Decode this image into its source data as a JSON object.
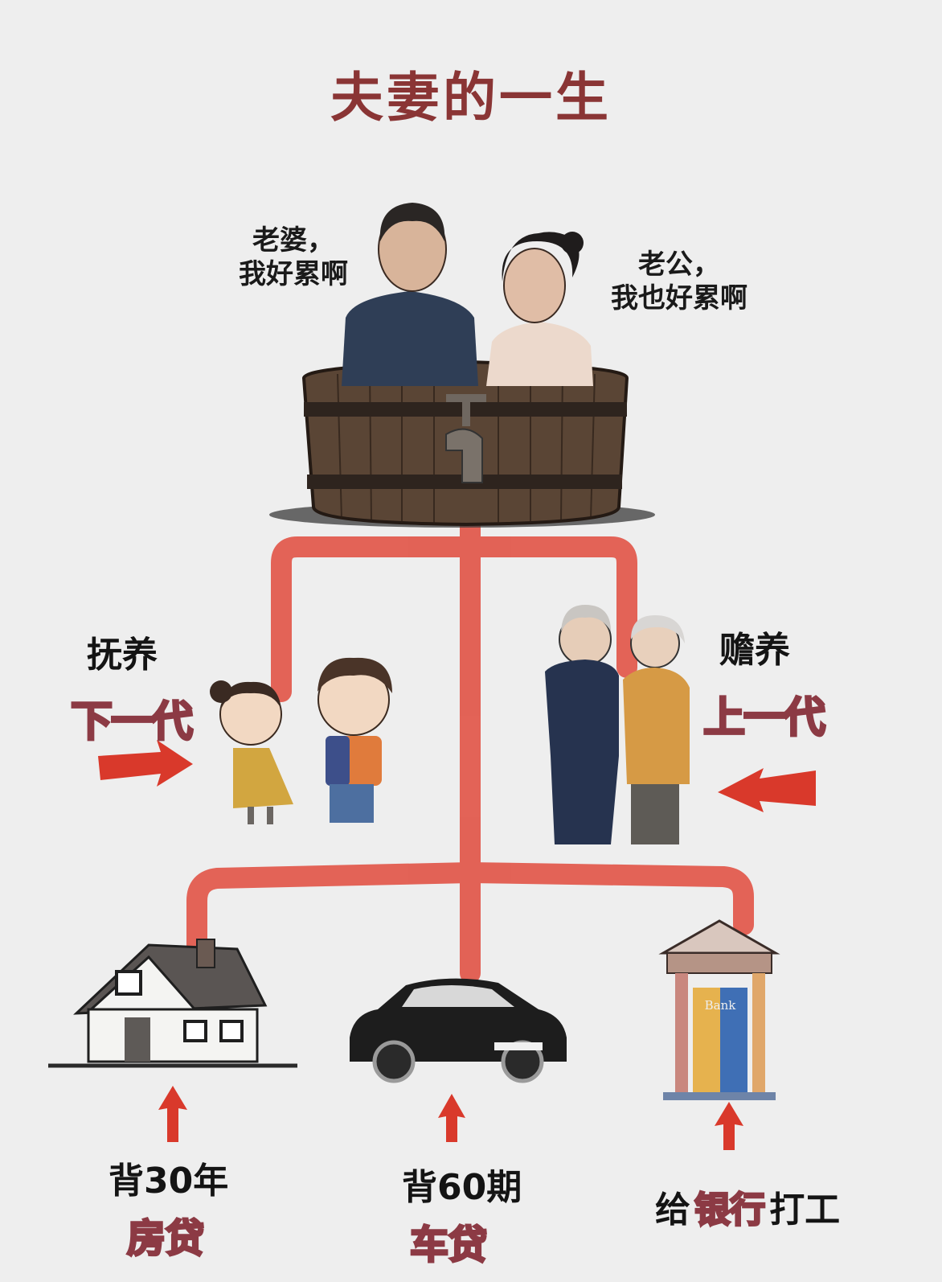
{
  "title": "夫妻的一生",
  "couple": {
    "husband_speech": [
      "老婆，",
      "我好累啊"
    ],
    "wife_speech": [
      "老公，",
      "我也好累啊"
    ]
  },
  "branches": {
    "left": {
      "verb": "抚养",
      "target": "下一代"
    },
    "right": {
      "verb": "赡养",
      "target": "上一代"
    }
  },
  "burdens": [
    {
      "icon": "house",
      "line1": "背30年",
      "line2": "房贷"
    },
    {
      "icon": "car",
      "line1": "背60期",
      "line2": "车贷"
    },
    {
      "icon": "bank",
      "prefix": "给",
      "highlight": "银行",
      "suffix": "打工",
      "sign": "Bank"
    }
  ],
  "colors": {
    "background": "#eeeeee",
    "title": "#8a3535",
    "pipe": "#e2574a",
    "arrow": "#d9392b",
    "pink_fill": "#f7d6dc",
    "pink_stroke": "#8c3a44"
  }
}
